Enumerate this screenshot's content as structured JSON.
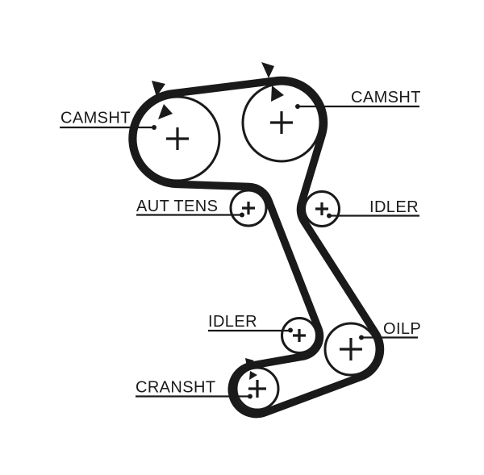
{
  "diagram": {
    "kind": "timing-belt-routing",
    "colors": {
      "ink": "#1a1a1a",
      "background": "#ffffff"
    },
    "pulleys": [
      {
        "id": "camshaft-left",
        "label": "CAMSHT"
      },
      {
        "id": "camshaft-right",
        "label": "CAMSHT"
      },
      {
        "id": "auto-tensioner",
        "label": "AUT TENS"
      },
      {
        "id": "idler-upper",
        "label": "IDLER"
      },
      {
        "id": "idler-lower",
        "label": "IDLER"
      },
      {
        "id": "oil-pump",
        "label": "OILP"
      },
      {
        "id": "crankshaft",
        "label": "CRANSHT"
      }
    ]
  }
}
